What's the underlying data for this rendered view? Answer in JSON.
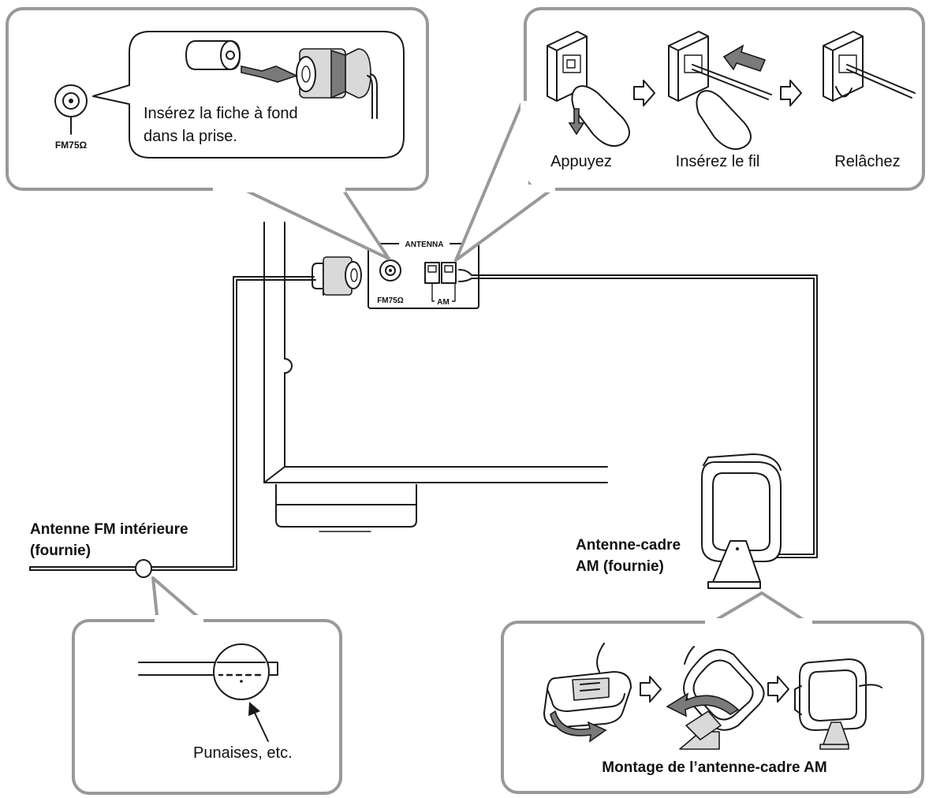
{
  "jack_callout": {
    "jack_label": "FM75Ω",
    "instruction_line1": "Insérez la fiche à fond",
    "instruction_line2": "dans la prise."
  },
  "am_terminal_callout": {
    "steps": [
      "Appuyez",
      "Insérez le fil",
      "Relâchez"
    ]
  },
  "panel": {
    "title": "ANTENNA",
    "fm_label": "FM75Ω",
    "am_label": "AM"
  },
  "fm_antenna": {
    "label_line1": "Antenne FM intérieure",
    "label_line2": "(fournie)"
  },
  "am_antenna": {
    "label_line1": "Antenne-cadre",
    "label_line2": "AM (fournie)"
  },
  "pin_callout": {
    "label": "Punaises, etc."
  },
  "assembly_callout": {
    "caption": "Montage de l’antenne-cadre AM"
  },
  "colors": {
    "callout_border": "#999999",
    "ink": "#1a1a1a",
    "arrow_fill": "#7a7a7a"
  }
}
